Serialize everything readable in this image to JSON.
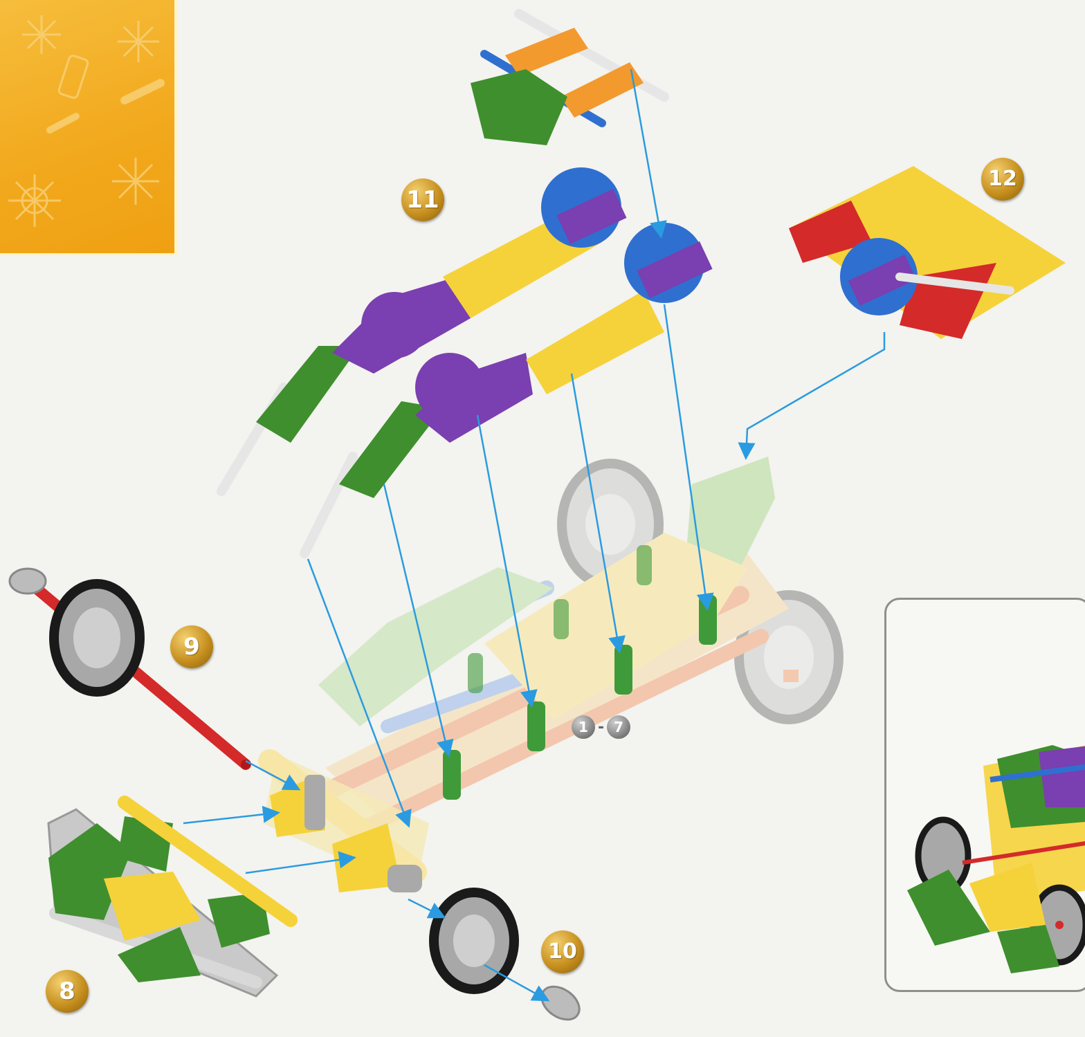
{
  "steps": [
    {
      "label": "8"
    },
    {
      "label": "9"
    },
    {
      "label": "10"
    },
    {
      "label": "11"
    },
    {
      "label": "12"
    }
  ],
  "step_ref": {
    "from": "1",
    "separator": "-",
    "to": "7"
  },
  "colors": {
    "yellow": "#f5d23a",
    "green": "#3f8f2e",
    "purple": "#7a3fb0",
    "blue": "#2f6fd0",
    "orange": "#f29a2e",
    "red": "#d42a2a",
    "gray": "#b8b8b8",
    "arrow": "#2a9be0",
    "badge": "#c7901f",
    "corner": "#f2a81c"
  }
}
